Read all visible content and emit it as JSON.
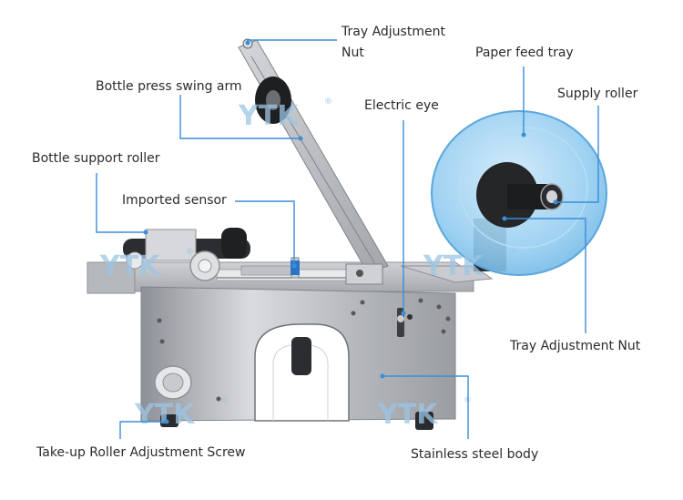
{
  "watermark": {
    "text": "YTK",
    "mark": "®"
  },
  "labels": {
    "tray_adjustment_nut_top": [
      "Tray Adjustment",
      "Nut"
    ],
    "paper_feed_tray": "Paper feed tray",
    "bottle_press_swing_arm": "Bottle press swing arm",
    "electric_eye": "Electric eye",
    "supply_roller": "Supply roller",
    "bottle_support_roller": "Bottle support roller",
    "imported_sensor": "Imported sensor",
    "tray_adjustment_nut_bottom": "Tray Adjustment Nut",
    "take_up_roller_adjustment_screw": "Take-up Roller Adjustment Screw",
    "stainless_steel_body": "Stainless steel body"
  },
  "colors": {
    "callout_line": "#3a8ed8",
    "label_text": "#2b2b2b",
    "tray_blue": "#8ec9ef",
    "steel": "#b9bcc1",
    "watermark": "#9cc6e6"
  }
}
